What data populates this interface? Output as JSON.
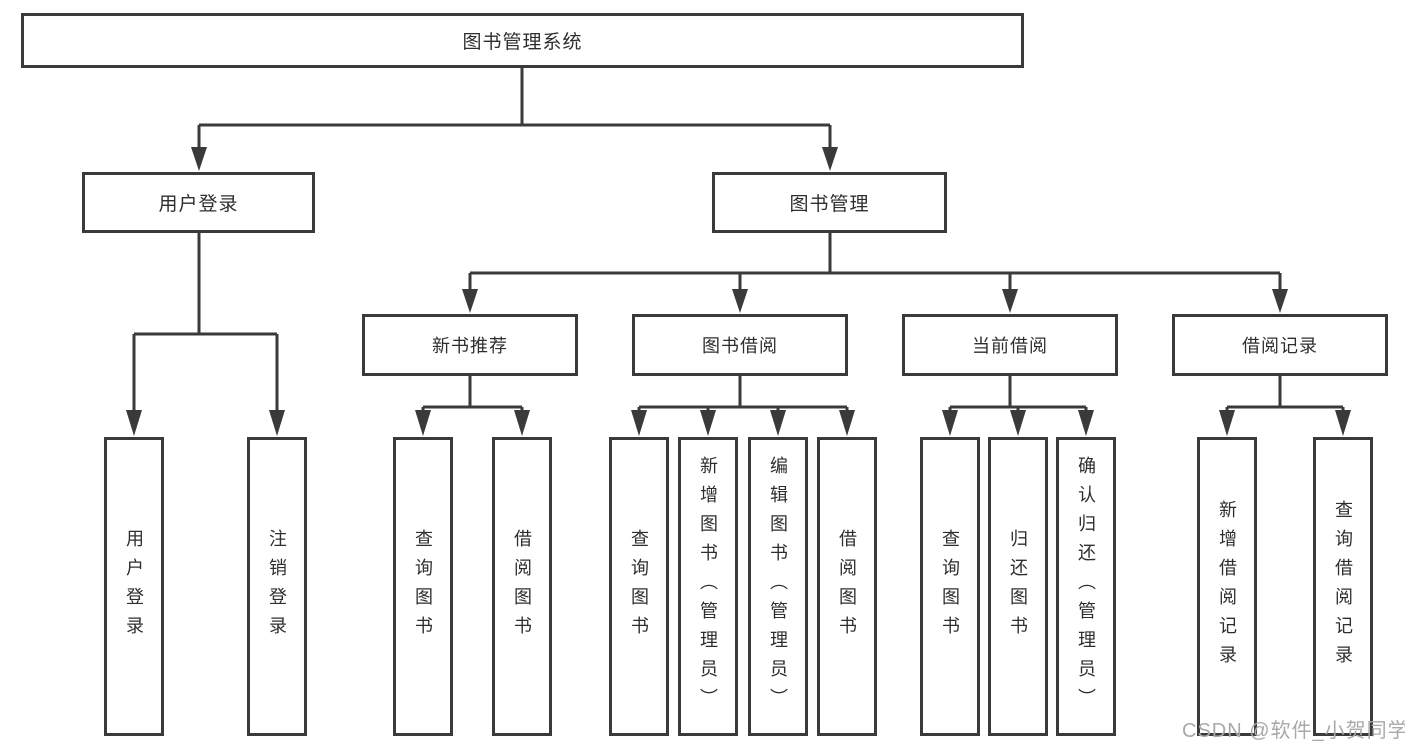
{
  "tree": {
    "root": {
      "label": "图书管理系统"
    },
    "user_login": {
      "label": "用户登录",
      "children": [
        {
          "label": "用户登录"
        },
        {
          "label": "注销登录"
        }
      ]
    },
    "book_management": {
      "label": "图书管理",
      "sections": [
        {
          "label": "新书推荐",
          "children": [
            {
              "label": "查询图书"
            },
            {
              "label": "借阅图书"
            }
          ]
        },
        {
          "label": "图书借阅",
          "children": [
            {
              "label": "查询图书"
            },
            {
              "label": "新增图书（管理员）"
            },
            {
              "label": "编辑图书（管理员）"
            },
            {
              "label": "借阅图书"
            }
          ]
        },
        {
          "label": "当前借阅",
          "children": [
            {
              "label": "查询图书"
            },
            {
              "label": "归还图书"
            },
            {
              "label": "确认归还（管理员）"
            }
          ]
        },
        {
          "label": "借阅记录",
          "children": [
            {
              "label": "新增借阅记录"
            },
            {
              "label": "查询借阅记录"
            }
          ]
        }
      ]
    }
  },
  "watermark": "CSDN @软件_小贺同学",
  "colors": {
    "line": "#3a3a3a",
    "text": "#2e2e2e",
    "watermark": "#a9a9a9",
    "background": "#ffffff"
  }
}
